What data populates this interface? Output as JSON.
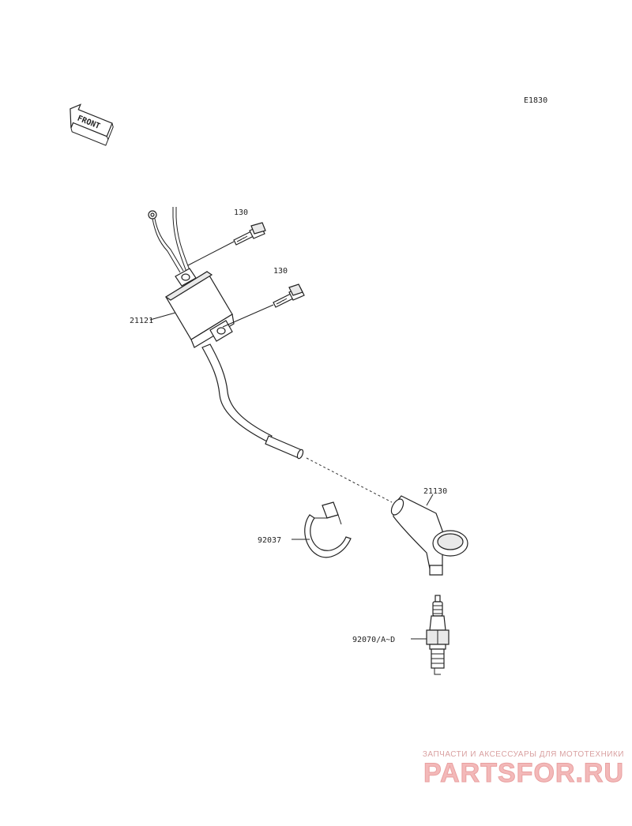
{
  "diagram_code": "E1830",
  "front_label": "FRONT",
  "parts": {
    "bolt_upper": "130",
    "bolt_lower": "130",
    "ignition_coil": "21121",
    "plug_cap": "21130",
    "clamp": "92037",
    "spark_plug": "92070/A~D"
  },
  "watermark": {
    "subtitle": "ЗАПЧАСТИ И АКСЕССУАРЫ ДЛЯ МОТОТЕХНИКИ",
    "brand": "PARTSFOR.RU"
  }
}
